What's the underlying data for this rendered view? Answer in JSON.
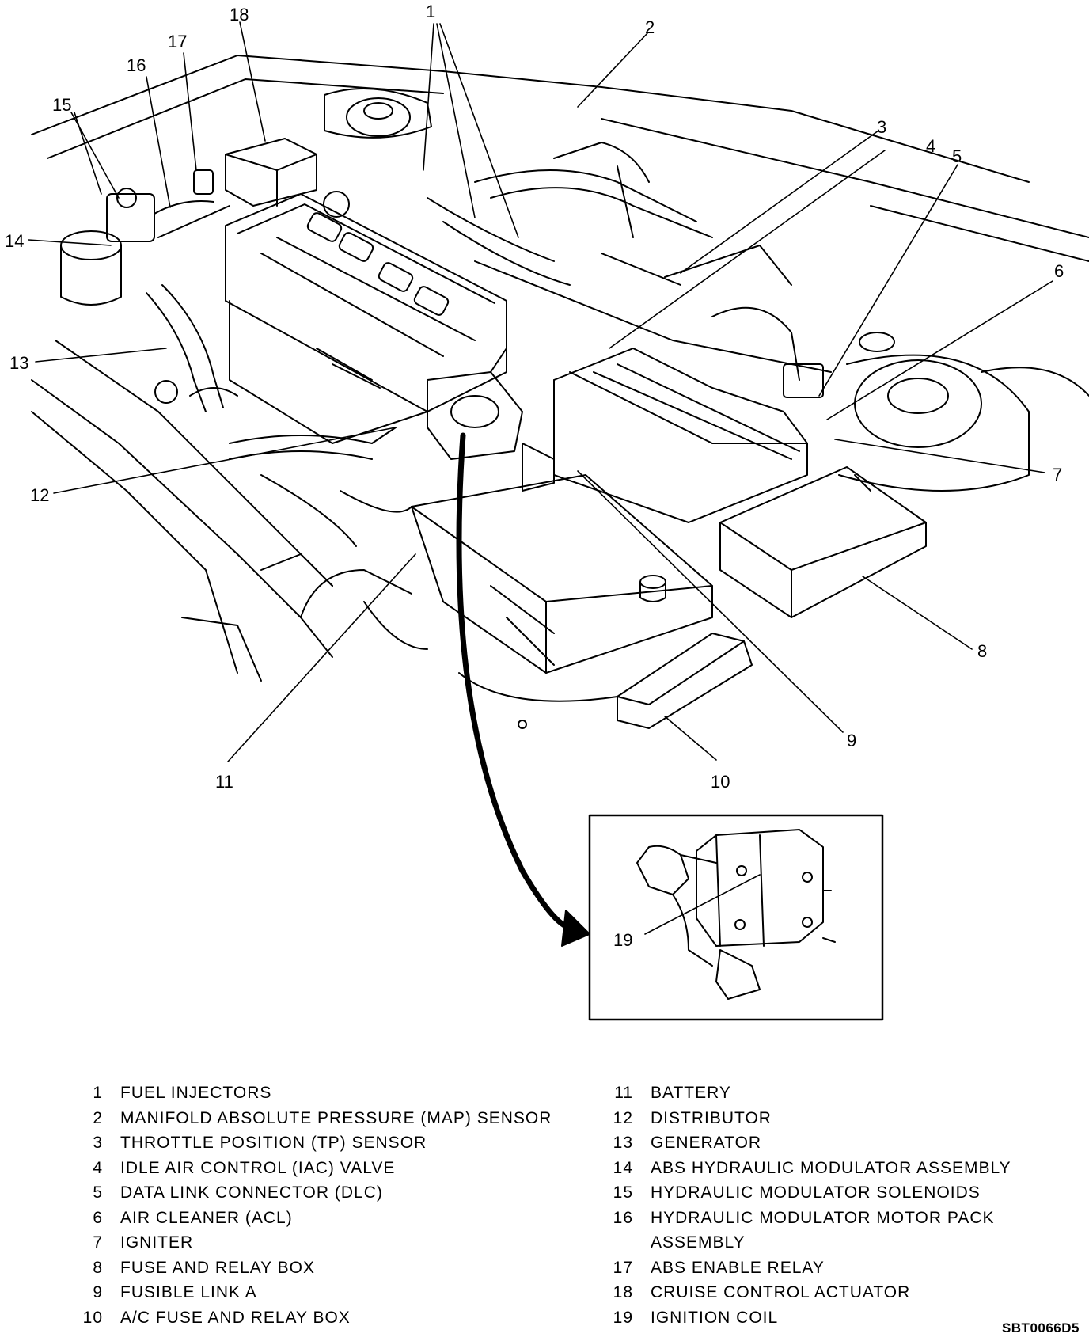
{
  "callouts": [
    "1",
    "2",
    "3",
    "4",
    "5",
    "6",
    "7",
    "8",
    "9",
    "10",
    "11",
    "12",
    "13",
    "14",
    "15",
    "16",
    "17",
    "18",
    "19"
  ],
  "legend": {
    "left": [
      {
        "num": "1",
        "label": "FUEL INJECTORS"
      },
      {
        "num": "2",
        "label": "MANIFOLD ABSOLUTE PRESSURE (MAP) SENSOR"
      },
      {
        "num": "3",
        "label": "THROTTLE POSITION (TP) SENSOR"
      },
      {
        "num": "4",
        "label": "IDLE AIR CONTROL (IAC) VALVE"
      },
      {
        "num": "5",
        "label": "DATA LINK CONNECTOR (DLC)"
      },
      {
        "num": "6",
        "label": "AIR CLEANER (ACL)"
      },
      {
        "num": "7",
        "label": "IGNITER"
      },
      {
        "num": "8",
        "label": "FUSE AND RELAY BOX"
      },
      {
        "num": "9",
        "label": "FUSIBLE LINK A"
      },
      {
        "num": "10",
        "label": "A/C FUSE AND RELAY BOX"
      }
    ],
    "right": [
      {
        "num": "11",
        "label": "BATTERY"
      },
      {
        "num": "12",
        "label": "DISTRIBUTOR"
      },
      {
        "num": "13",
        "label": "GENERATOR"
      },
      {
        "num": "14",
        "label": "ABS HYDRAULIC MODULATOR ASSEMBLY"
      },
      {
        "num": "15",
        "label": "HYDRAULIC MODULATOR SOLENOIDS"
      },
      {
        "num": "16",
        "label": "HYDRAULIC MODULATOR MOTOR PACK"
      },
      {
        "num": "",
        "label": "ASSEMBLY"
      },
      {
        "num": "17",
        "label": "ABS ENABLE RELAY"
      },
      {
        "num": "18",
        "label": "CRUISE CONTROL ACTUATOR"
      },
      {
        "num": "19",
        "label": "IGNITION COIL"
      }
    ]
  },
  "figure_code": "SBT0066D5"
}
